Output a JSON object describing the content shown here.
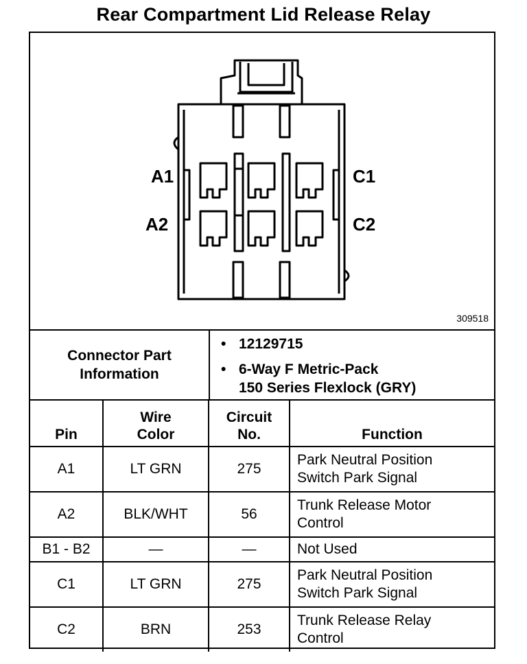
{
  "title": "Rear Compartment Lid Release Relay",
  "diagram": {
    "pin_labels": {
      "a1": "A1",
      "a2": "A2",
      "c1": "C1",
      "c2": "C2"
    },
    "figure_id": "309518"
  },
  "connector_info": {
    "label_line1": "Connector Part",
    "label_line2": "Information",
    "items": [
      {
        "bullet": "•",
        "line1": "12129715",
        "line2": ""
      },
      {
        "bullet": "•",
        "line1": "6-Way F Metric-Pack",
        "line2": "150 Series Flexlock (GRY)"
      }
    ]
  },
  "table": {
    "headers": {
      "pin": "Pin",
      "wire_line1": "Wire",
      "wire_line2": "Color",
      "circuit_line1": "Circuit",
      "circuit_line2": "No.",
      "function": "Function"
    },
    "rows": [
      {
        "pin": "A1",
        "wire": "LT GRN",
        "circuit": "275",
        "function_line1": "Park Neutral Position",
        "function_line2": "Switch Park Signal"
      },
      {
        "pin": "A2",
        "wire": "BLK/WHT",
        "circuit": "56",
        "function_line1": "Trunk Release Motor",
        "function_line2": "Control"
      },
      {
        "pin": "B1 - B2",
        "wire": "—",
        "circuit": "—",
        "function_line1": "Not Used",
        "function_line2": ""
      },
      {
        "pin": "C1",
        "wire": "LT GRN",
        "circuit": "275",
        "function_line1": "Park Neutral Position",
        "function_line2": "Switch Park Signal"
      },
      {
        "pin": "C2",
        "wire": "BRN",
        "circuit": "253",
        "function_line1": "Trunk Release Relay",
        "function_line2": "Control"
      }
    ]
  }
}
